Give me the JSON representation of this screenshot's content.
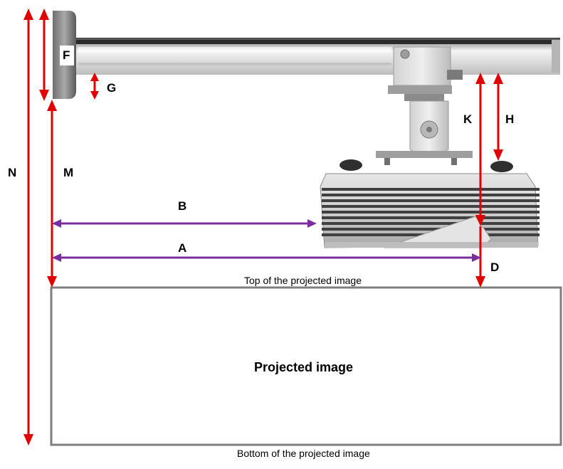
{
  "labels": {
    "N": "N",
    "M": "M",
    "F": "F",
    "G": "G",
    "B": "B",
    "A": "A",
    "K": "K",
    "H": "H",
    "D": "D"
  },
  "captions": {
    "top": "Top of the projected image",
    "bottom": "Bottom of the projected image",
    "image": "Projected image"
  },
  "colors": {
    "vertical_arrows": "#e00000",
    "horizontal_arrows": "#7a2e9e",
    "image_frame": "#7f7f7f"
  }
}
